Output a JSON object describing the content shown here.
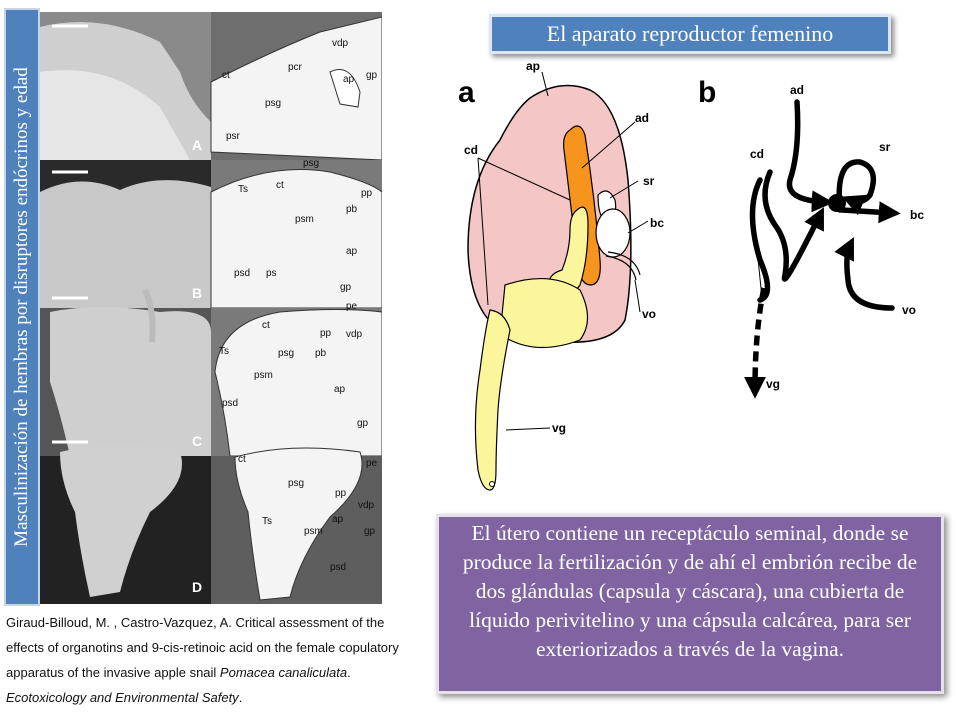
{
  "side_title": "Masculinización de hembras por disruptores endócrinos y edad",
  "slide_title": "El aparato reproductor femenino",
  "photo_panel": {
    "rows": [
      {
        "letter": "A",
        "labels": [
          "vdp",
          "pcr",
          "ct",
          "psg",
          "ap",
          "gp",
          "psr"
        ]
      },
      {
        "letter": "B",
        "labels": [
          "psg",
          "Ts",
          "ct",
          "pp",
          "pb",
          "psm",
          "psd",
          "ps",
          "ap",
          "gp"
        ]
      },
      {
        "letter": "C",
        "labels": [
          "pe",
          "vdp",
          "ct",
          "pp",
          "Ts",
          "psg",
          "pb",
          "psm",
          "psd",
          "ap",
          "gp"
        ]
      },
      {
        "letter": "D",
        "labels": [
          "ct",
          "pe",
          "psg",
          "pp",
          "vdp",
          "Ts",
          "ap",
          "psm",
          "gp",
          "psd"
        ]
      }
    ]
  },
  "diagram": {
    "panel_a": {
      "letter": "a",
      "labels": {
        "ap": "ap",
        "ad": "ad",
        "cd": "cd",
        "sr": "sr",
        "bc": "bc",
        "vo": "vo",
        "vg": "vg"
      }
    },
    "panel_b": {
      "letter": "b",
      "labels": {
        "ad": "ad",
        "cd": "cd",
        "sr": "sr",
        "bc": "bc",
        "vo": "vo",
        "vg": "vg"
      }
    }
  },
  "citation": {
    "part1": "Giraud-Billoud, M. , Castro-Vazquez, A. Critical assessment of the effects of organotins and 9-cis-retinoic acid on the female copulatory apparatus of the invasive apple snail ",
    "species": "Pomacea canaliculata",
    "part2": ". ",
    "journal": "Ecotoxicology and Environmental Safety",
    "part3": "."
  },
  "description": "El útero contiene un receptáculo seminal, donde se produce la fertilización y de ahí el embrión recibe de dos glándulas (capsula y cáscara), una cubierta de líquido perivitelino y una cápsula calcárea, para ser exteriorizados a través de la vagina.",
  "colors": {
    "title_blue": "#4f81bd",
    "text_purple": "#8064a2",
    "uterus_pink": "#f4c6c6",
    "gland_orange": "#f7941d",
    "vagina_yellow": "#fbf59b"
  }
}
